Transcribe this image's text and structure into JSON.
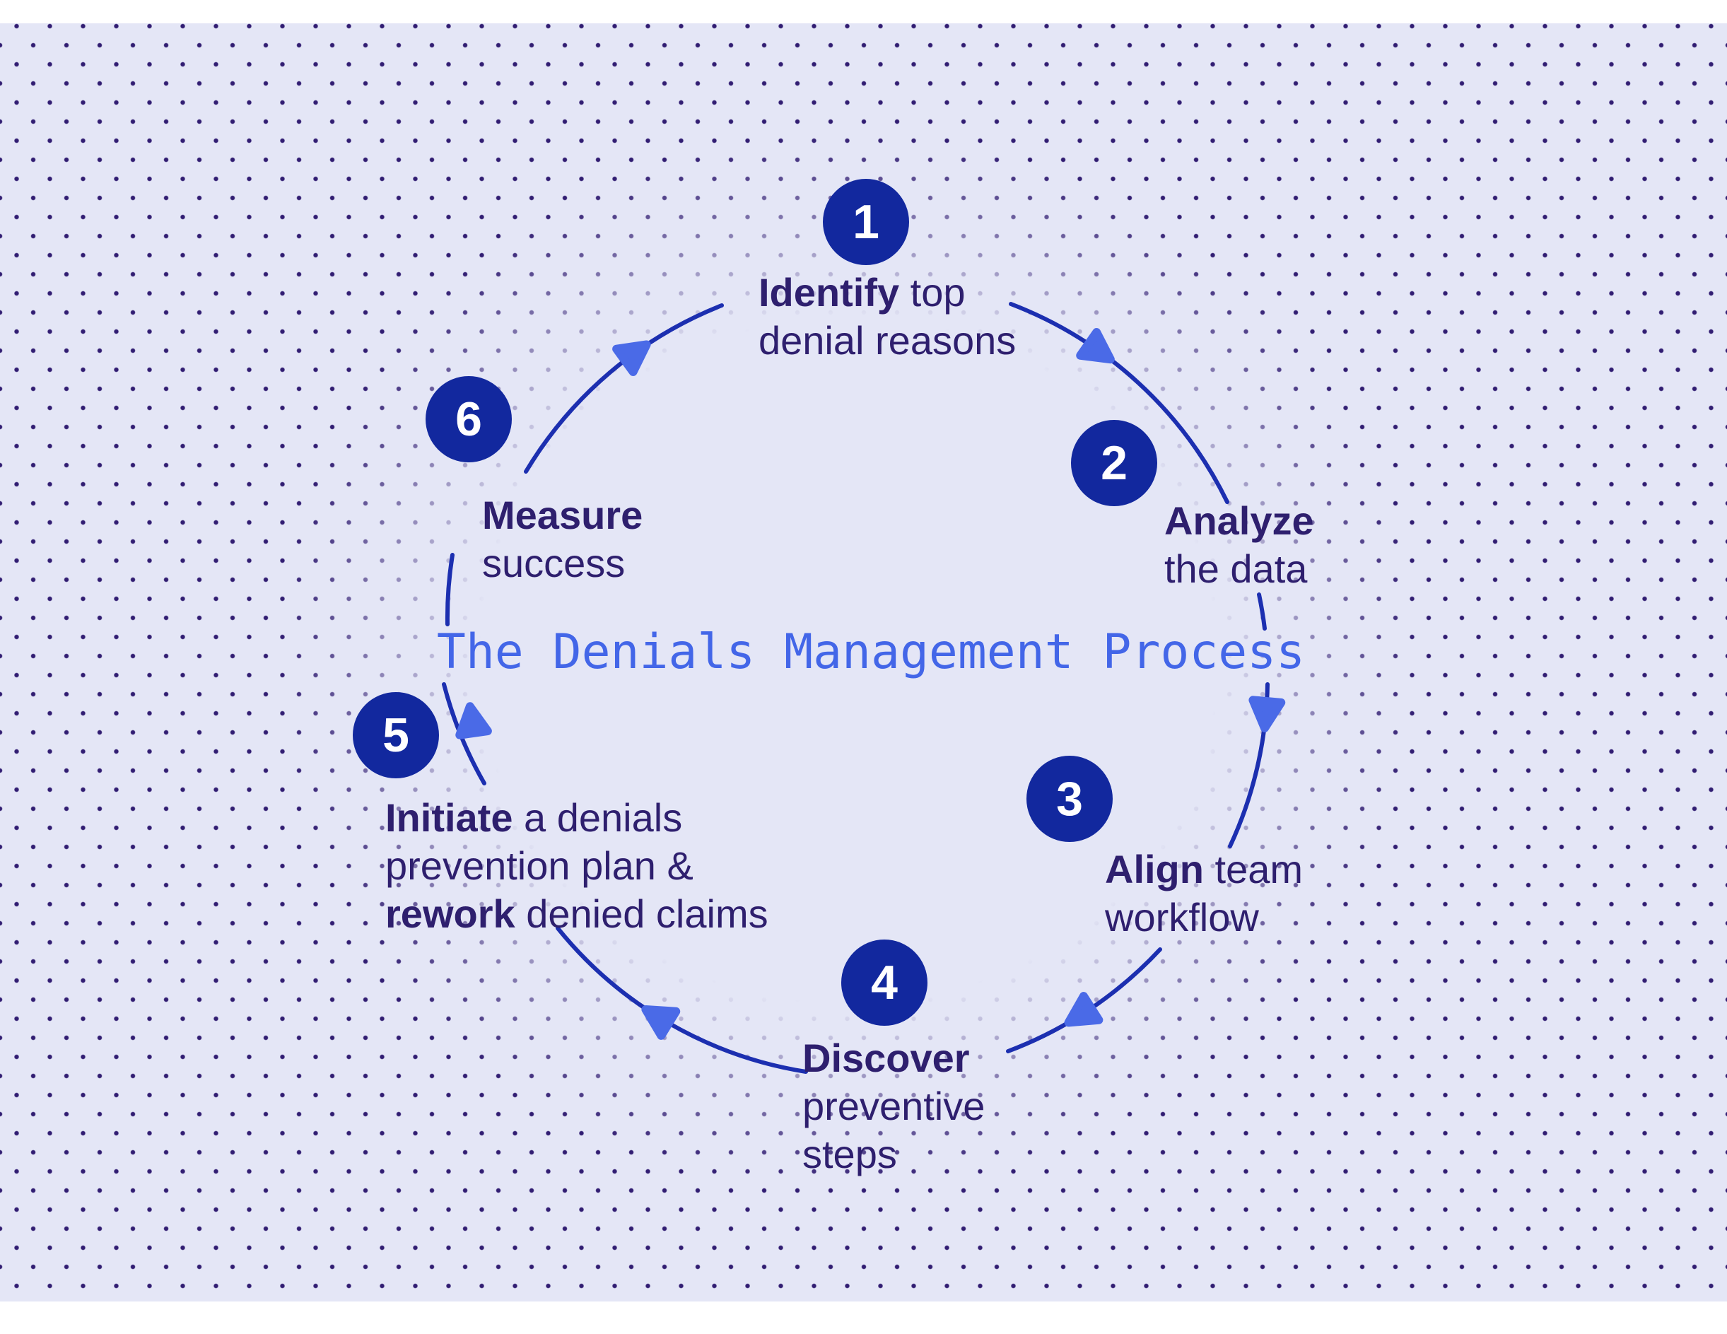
{
  "title": "The Denials Management Process",
  "steps": [
    {
      "number": "1",
      "lines": [
        [
          {
            "t": "Identify",
            "b": true
          },
          {
            "t": " top",
            "b": false
          }
        ],
        [
          {
            "t": "denial reasons",
            "b": false
          }
        ]
      ]
    },
    {
      "number": "2",
      "lines": [
        [
          {
            "t": "Analyze",
            "b": true
          }
        ],
        [
          {
            "t": "the data",
            "b": false
          }
        ]
      ]
    },
    {
      "number": "3",
      "lines": [
        [
          {
            "t": "Align",
            "b": true
          },
          {
            "t": " team",
            "b": false
          }
        ],
        [
          {
            "t": "workflow",
            "b": false
          }
        ]
      ]
    },
    {
      "number": "4",
      "lines": [
        [
          {
            "t": "Discover",
            "b": true
          }
        ],
        [
          {
            "t": "preventive",
            "b": false
          }
        ],
        [
          {
            "t": "steps",
            "b": false
          }
        ]
      ]
    },
    {
      "number": "5",
      "lines": [
        [
          {
            "t": "Initiate",
            "b": true
          },
          {
            "t": " a denials",
            "b": false
          }
        ],
        [
          {
            "t": "prevention plan &",
            "b": false
          }
        ],
        [
          {
            "t": "rework",
            "b": true
          },
          {
            "t": " denied claims",
            "b": false
          }
        ]
      ]
    },
    {
      "number": "6",
      "lines": [
        [
          {
            "t": "Measure",
            "b": true
          }
        ],
        [
          {
            "t": "success",
            "b": false
          }
        ]
      ]
    }
  ],
  "colors": {
    "background": "#e4e6f6",
    "dot": "#311d72",
    "badge": "#12289e",
    "badge_number": "#ffffff",
    "arc": "#1c2fb0",
    "arrowhead": "#4a6ae7",
    "step_text": "#2e1f6e",
    "title": "#4366e8"
  }
}
